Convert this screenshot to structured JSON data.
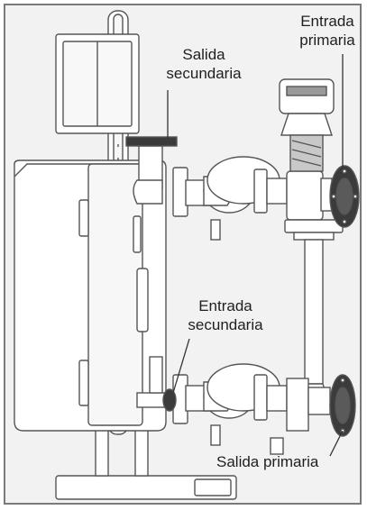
{
  "labels": {
    "entrada_primaria": [
      "Entrada",
      "primaria"
    ],
    "salida_secundaria": [
      "Salida",
      "secundaria"
    ],
    "entrada_secundaria": [
      "Entrada",
      "secundaria"
    ],
    "salida_primaria": "Salida primaria"
  },
  "colors": {
    "background": "#f2f2f2",
    "frame": "#7a7a7a",
    "line": "#555555",
    "flange_dark": "#3b3b3b",
    "label_text": "#1f1f1f"
  }
}
